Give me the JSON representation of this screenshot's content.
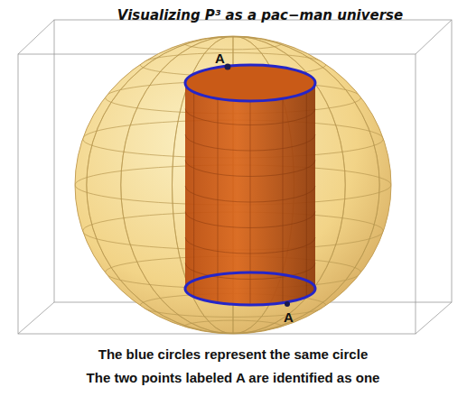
{
  "diagram": {
    "title": "Visualizing P³ as a pac−man universe",
    "labels": [
      "A",
      "A",
      "The blue circles represent the same circle",
      "The two points labeled A are identified as one"
    ]
  }
}
